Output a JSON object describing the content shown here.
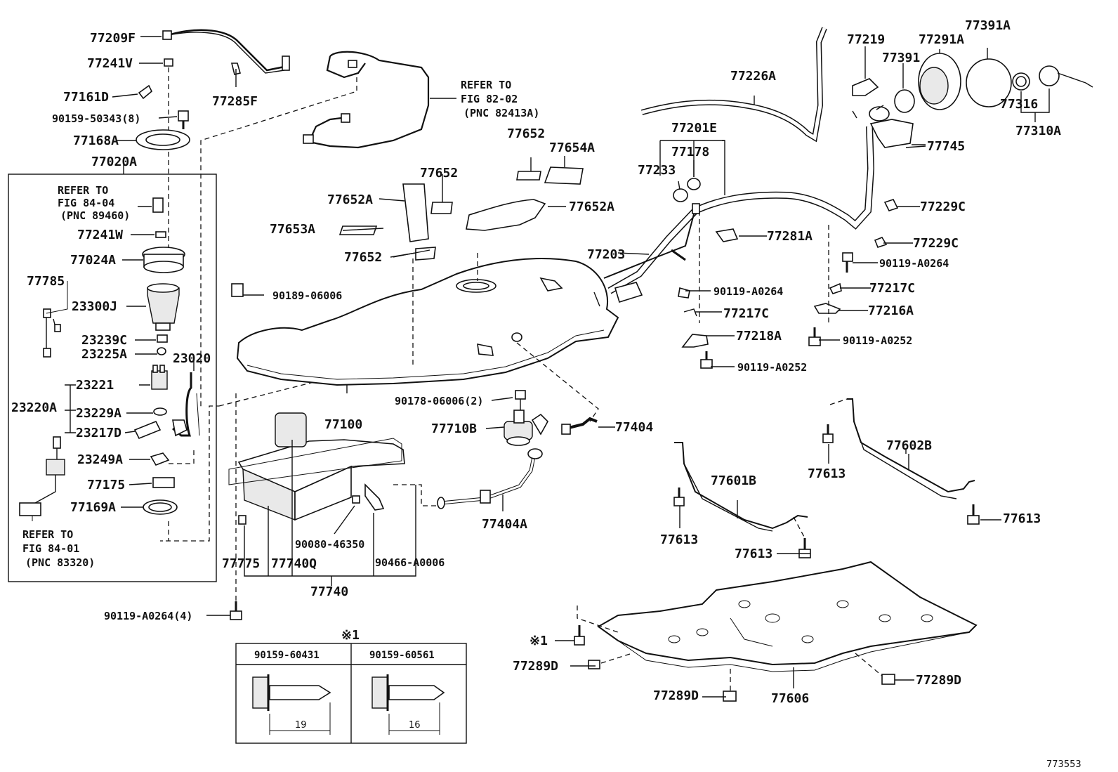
{
  "diagram": {
    "figure_id": "773553",
    "footnote_mark": "※1",
    "labels": {
      "p77209F": "77209F",
      "p77241V": "77241V",
      "p77285F": "77285F",
      "p77161D": "77161D",
      "p90159_50343": "90159-50343(8)",
      "p77168A": "77168A",
      "p77020A": "77020A",
      "p77241W": "77241W",
      "p77024A": "77024A",
      "p77785": "77785",
      "p23300J": "23300J",
      "p23239C": "23239C",
      "p23225A": "23225A",
      "p23020": "23020",
      "p23221": "23221",
      "p23220A": "23220A",
      "p23229A": "23229A",
      "p23217D": "23217D",
      "p23249A": "23249A",
      "p77175": "77175",
      "p77169A": "77169A",
      "p90119_A0264_4": "90119-A0264(4)",
      "p77652a": "77652",
      "p77654A": "77654A",
      "p77652b": "77652",
      "p77652A_1": "77652A",
      "p77652A_2": "77652A",
      "p77653A": "77653A",
      "p77652c": "77652",
      "p90189_06006": "90189-06006",
      "p77100": "77100",
      "p90178_06006": "90178-06006(2)",
      "p77710B": "77710B",
      "p77404": "77404",
      "p77404A": "77404A",
      "p90080_46350": "90080-46350",
      "p90466_A0006": "90466-A0006",
      "p77775": "77775",
      "p77740Q": "77740Q",
      "p77740": "77740",
      "p77226A": "77226A",
      "p77201E": "77201E",
      "p77178": "77178",
      "p77233": "77233",
      "p77203": "77203",
      "p77281A": "77281A",
      "p90119_A0264_a": "90119-A0264",
      "p77217C_a": "77217C",
      "p77218A": "77218A",
      "p90119_A0252_a": "90119-A0252",
      "p77219": "77219",
      "p77391": "77391",
      "p77291A": "77291A",
      "p77391A": "77391A",
      "p77316": "77316",
      "p77310A": "77310A",
      "p77745": "77745",
      "p77229C_a": "77229C",
      "p77229C_b": "77229C",
      "p90119_A0264_b": "90119-A0264",
      "p77217C_b": "77217C",
      "p77216A": "77216A",
      "p90119_A0252_b": "90119-A0252",
      "p77602B": "77602B",
      "p77613_a": "77613",
      "p77601B": "77601B",
      "p77613_b": "77613",
      "p77613_c": "77613",
      "p77613_d": "77613",
      "p77289D_a": "77289D",
      "p77289D_b": "77289D",
      "p77289D_c": "77289D",
      "p77606": "77606"
    },
    "notes": {
      "ref1_l1": "REFER TO",
      "ref1_l2": "FIG 82-02",
      "ref1_l3": "(PNC 82413A)",
      "ref2_l1": "REFER TO",
      "ref2_l2": "FIG 84-04",
      "ref2_l3": "(PNC 89460)",
      "ref3_l1": "REFER TO",
      "ref3_l2": "FIG 84-01",
      "ref3_l3": "(PNC 83320)"
    },
    "bolt_table": {
      "col1_part": "90159-60431",
      "col2_part": "90159-60561",
      "col1_len": "19",
      "col2_len": "16"
    }
  }
}
